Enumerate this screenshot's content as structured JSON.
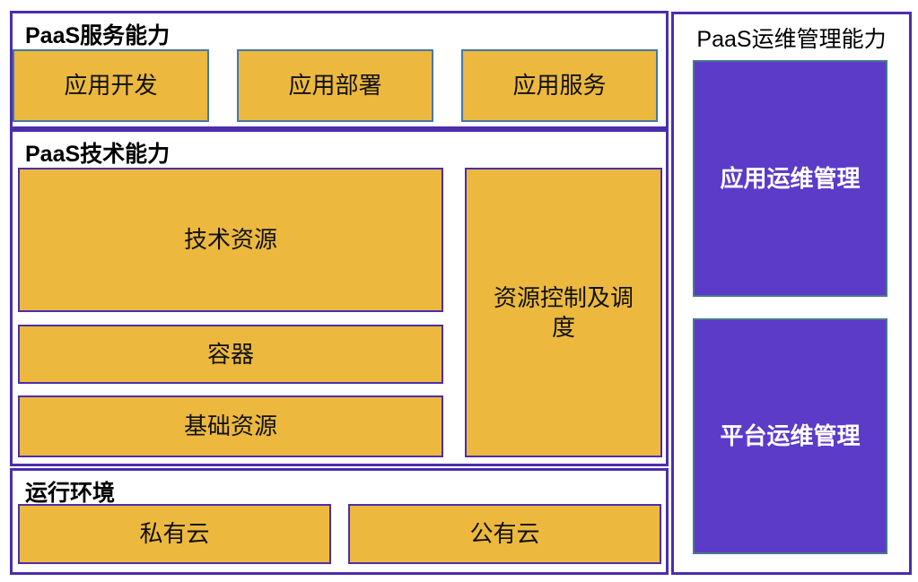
{
  "diagram": {
    "service": {
      "title": "PaaS服务能力",
      "boxes": [
        "应用开发",
        "应用部署",
        "应用服务"
      ]
    },
    "tech": {
      "title": "PaaS技术能力",
      "stack": [
        "技术资源",
        "容器",
        "基础资源"
      ],
      "side_box": "资源控制及调度"
    },
    "runtime": {
      "title": "运行环境",
      "boxes": [
        "私有云",
        "公有云"
      ]
    },
    "ops": {
      "title": "PaaS运维管理能力",
      "boxes": [
        "应用运维管理",
        "平台运维管理"
      ]
    }
  },
  "colors": {
    "section_border": "#4B2EAC",
    "service_box_border": "#4377A9",
    "box_fill_orange": "#ECB93E",
    "ops_box_fill": "#5B3BC8",
    "ops_box_border": "#48798C",
    "box_text": "#111111",
    "ops_box_text": "#FFFFFF"
  }
}
